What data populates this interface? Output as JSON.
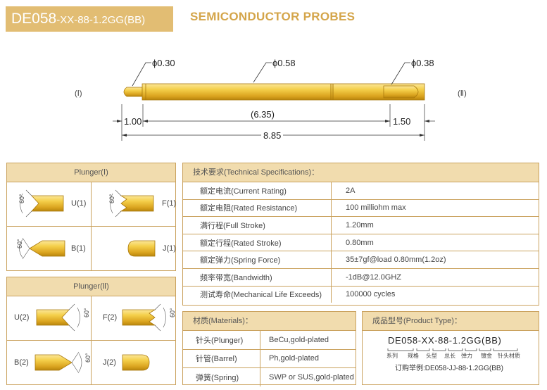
{
  "header": {
    "model_main": "DE058",
    "model_suffix": "-XX-88-1.2GG(BB)",
    "title": "SEMICONDUCTOR PROBES"
  },
  "drawing": {
    "end_left_label": "(Ⅰ)",
    "end_right_label": "(Ⅱ)",
    "dia_left": "ϕ0.30",
    "dia_mid": "ϕ0.58",
    "dia_right": "ϕ0.38",
    "len_left": "1.00",
    "len_mid": "(6.35)",
    "len_right": "1.50",
    "len_total": "8.85"
  },
  "plunger1": {
    "title": "Plunger(Ⅰ)",
    "angle": "60°",
    "items": {
      "u": "U(1)",
      "f": "F(1)",
      "b": "B(1)",
      "j": "J(1)"
    }
  },
  "plunger2": {
    "title": "Plunger(Ⅱ)",
    "angle": "60°",
    "items": {
      "u": "U(2)",
      "f": "F(2)",
      "b": "B(2)",
      "j": "J(2)"
    }
  },
  "specs": {
    "title": "技术要求(Technical Specifications)：",
    "rows": [
      {
        "k": "额定电流(Current Rating)",
        "v": "2A"
      },
      {
        "k": "额定电阻(Rated Resistance)",
        "v": "100 milliohm max"
      },
      {
        "k": "满行程(Full Stroke)",
        "v": "1.20mm"
      },
      {
        "k": "额定行程(Rated Stroke)",
        "v": "0.80mm"
      },
      {
        "k": "额定弹力(Spring Force)",
        "v": "35±7gf@load 0.80mm(1.2oz)"
      },
      {
        "k": "频率带宽(Bandwidth)",
        "v": "-1dB@12.0GHZ"
      },
      {
        "k": "测试寿命(Mechanical Life Exceeds)",
        "v": "100000 cycles"
      }
    ]
  },
  "materials": {
    "title": "材质(Materials)：",
    "rows": [
      {
        "k": "针头(Plunger)",
        "v": "BeCu,gold-plated"
      },
      {
        "k": "针管(Barrel)",
        "v": "Ph,gold-plated"
      },
      {
        "k": "弹簧(Spring)",
        "v": "SWP or SUS,gold-plated"
      }
    ]
  },
  "product_type": {
    "title": "成品型号(Product Type)：",
    "code": "DE058-XX-88-1.2GG(BB)",
    "parts": [
      "系列",
      "规格",
      "头型",
      "总长",
      "弹力",
      "镀金",
      "针头材质"
    ],
    "example": "订购举例:DE058-JJ-88-1.2GG(BB)"
  },
  "colors": {
    "gold_light": "#f6d55a",
    "gold_dark": "#c88f10",
    "header_fill": "#e2bd73",
    "title_text": "#d4a54a",
    "panel_header": "#f1dcae",
    "border": "#caa25e"
  }
}
